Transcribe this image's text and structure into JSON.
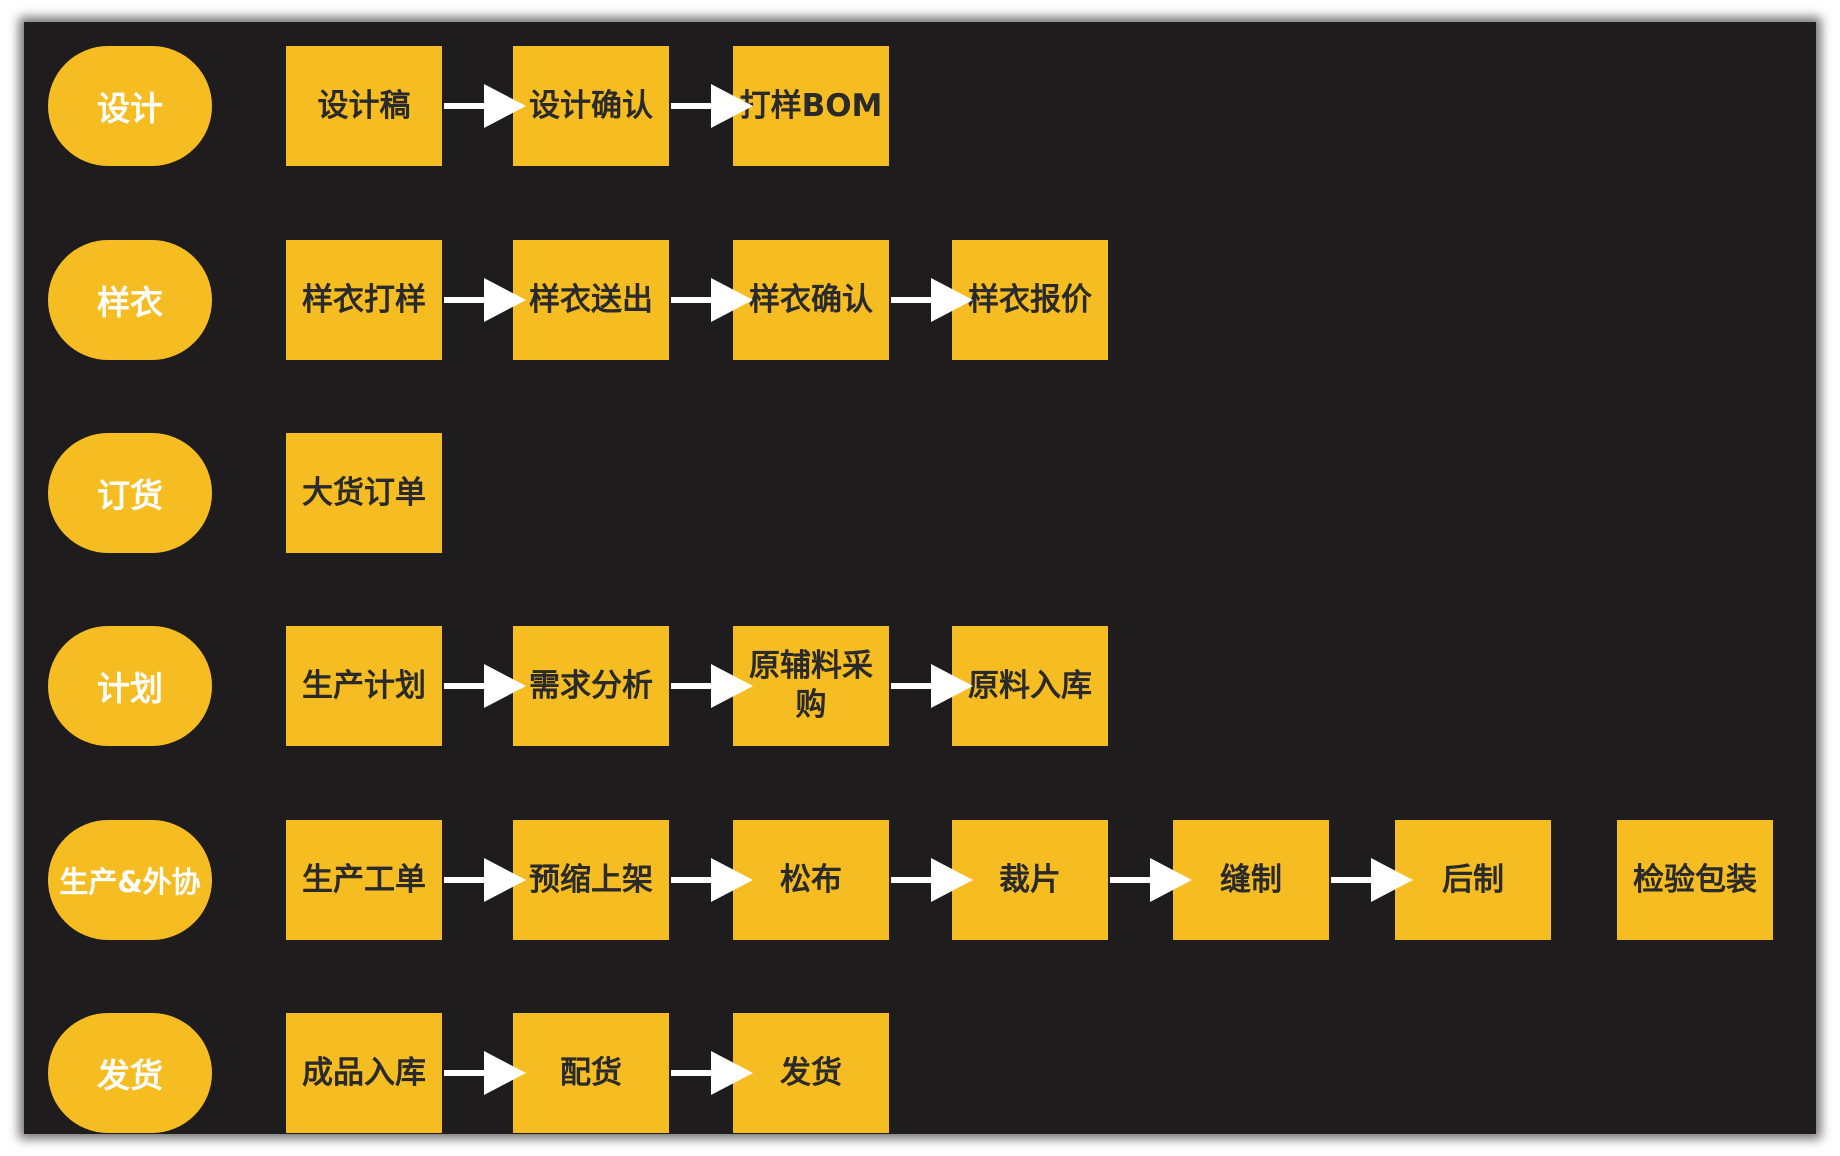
{
  "rows": [
    {
      "stage": "设计",
      "steps": [
        "设计稿",
        "设计确认",
        "打样BOM"
      ],
      "arrows": [
        true,
        true
      ]
    },
    {
      "stage": "样衣",
      "steps": [
        "样衣打样",
        "样衣送出",
        "样衣确认",
        "样衣报价"
      ],
      "arrows": [
        true,
        true,
        true
      ]
    },
    {
      "stage": "订货",
      "steps": [
        "大货订单"
      ],
      "arrows": []
    },
    {
      "stage": "计划",
      "steps": [
        "生产计划",
        "需求分析",
        "原辅料采购",
        "原料入库"
      ],
      "arrows": [
        true,
        true,
        true
      ]
    },
    {
      "stage": "生产&外协",
      "steps": [
        "生产工单",
        "预缩上架",
        "松布",
        "裁片",
        "缝制",
        "后制",
        "检验包装"
      ],
      "arrows": [
        true,
        true,
        true,
        true,
        true,
        false
      ]
    },
    {
      "stage": "发货",
      "steps": [
        "成品入库",
        "配货",
        "发货"
      ],
      "arrows": [
        true,
        true
      ]
    }
  ],
  "colors": {
    "background": "#1e1c1c",
    "node_fill": "#f6bd23",
    "stage_text": "#ffffff",
    "step_text": "#2a2a2a",
    "arrow": "#ffffff"
  }
}
